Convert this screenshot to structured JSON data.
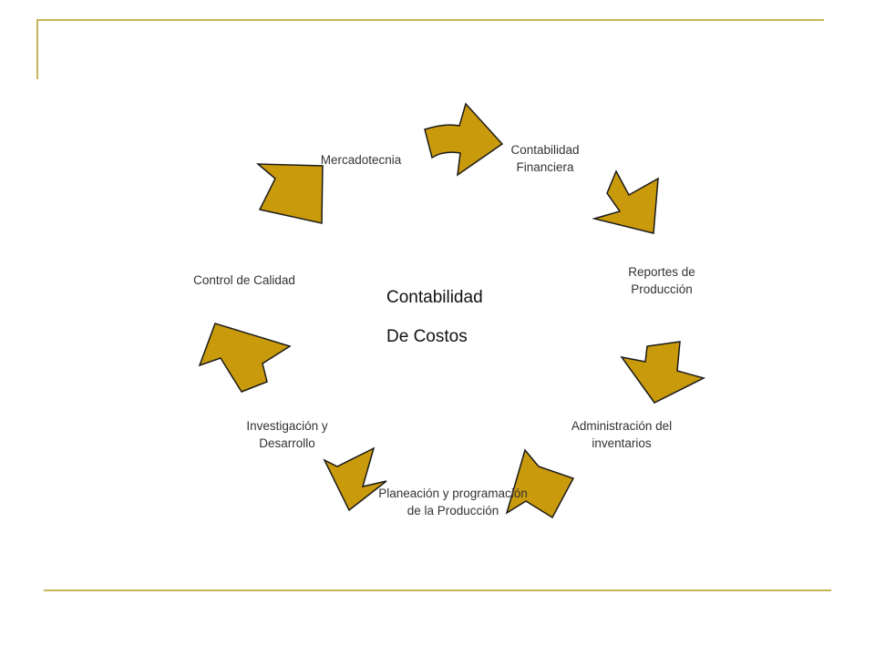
{
  "center": {
    "line1": "Contabilidad",
    "line2": "De Costos"
  },
  "nodes": [
    {
      "line1": "Contabilidad",
      "line2": "Financiera"
    },
    {
      "line1": "Reportes de",
      "line2": "Producción"
    },
    {
      "line1": "Administración del",
      "line2": "inventarios"
    },
    {
      "line1": "Planeación y programación",
      "line2": "de la Producción"
    },
    {
      "line1": "Investigación y",
      "line2": "Desarrollo"
    },
    {
      "line1": "Control de Calidad",
      "line2": ""
    },
    {
      "line1": "Mercadotecnia",
      "line2": ""
    }
  ],
  "colors": {
    "arrow_fill": "#c99a0c",
    "arrow_stroke": "#1a1a1a",
    "frame_line": "#c8b45a"
  }
}
